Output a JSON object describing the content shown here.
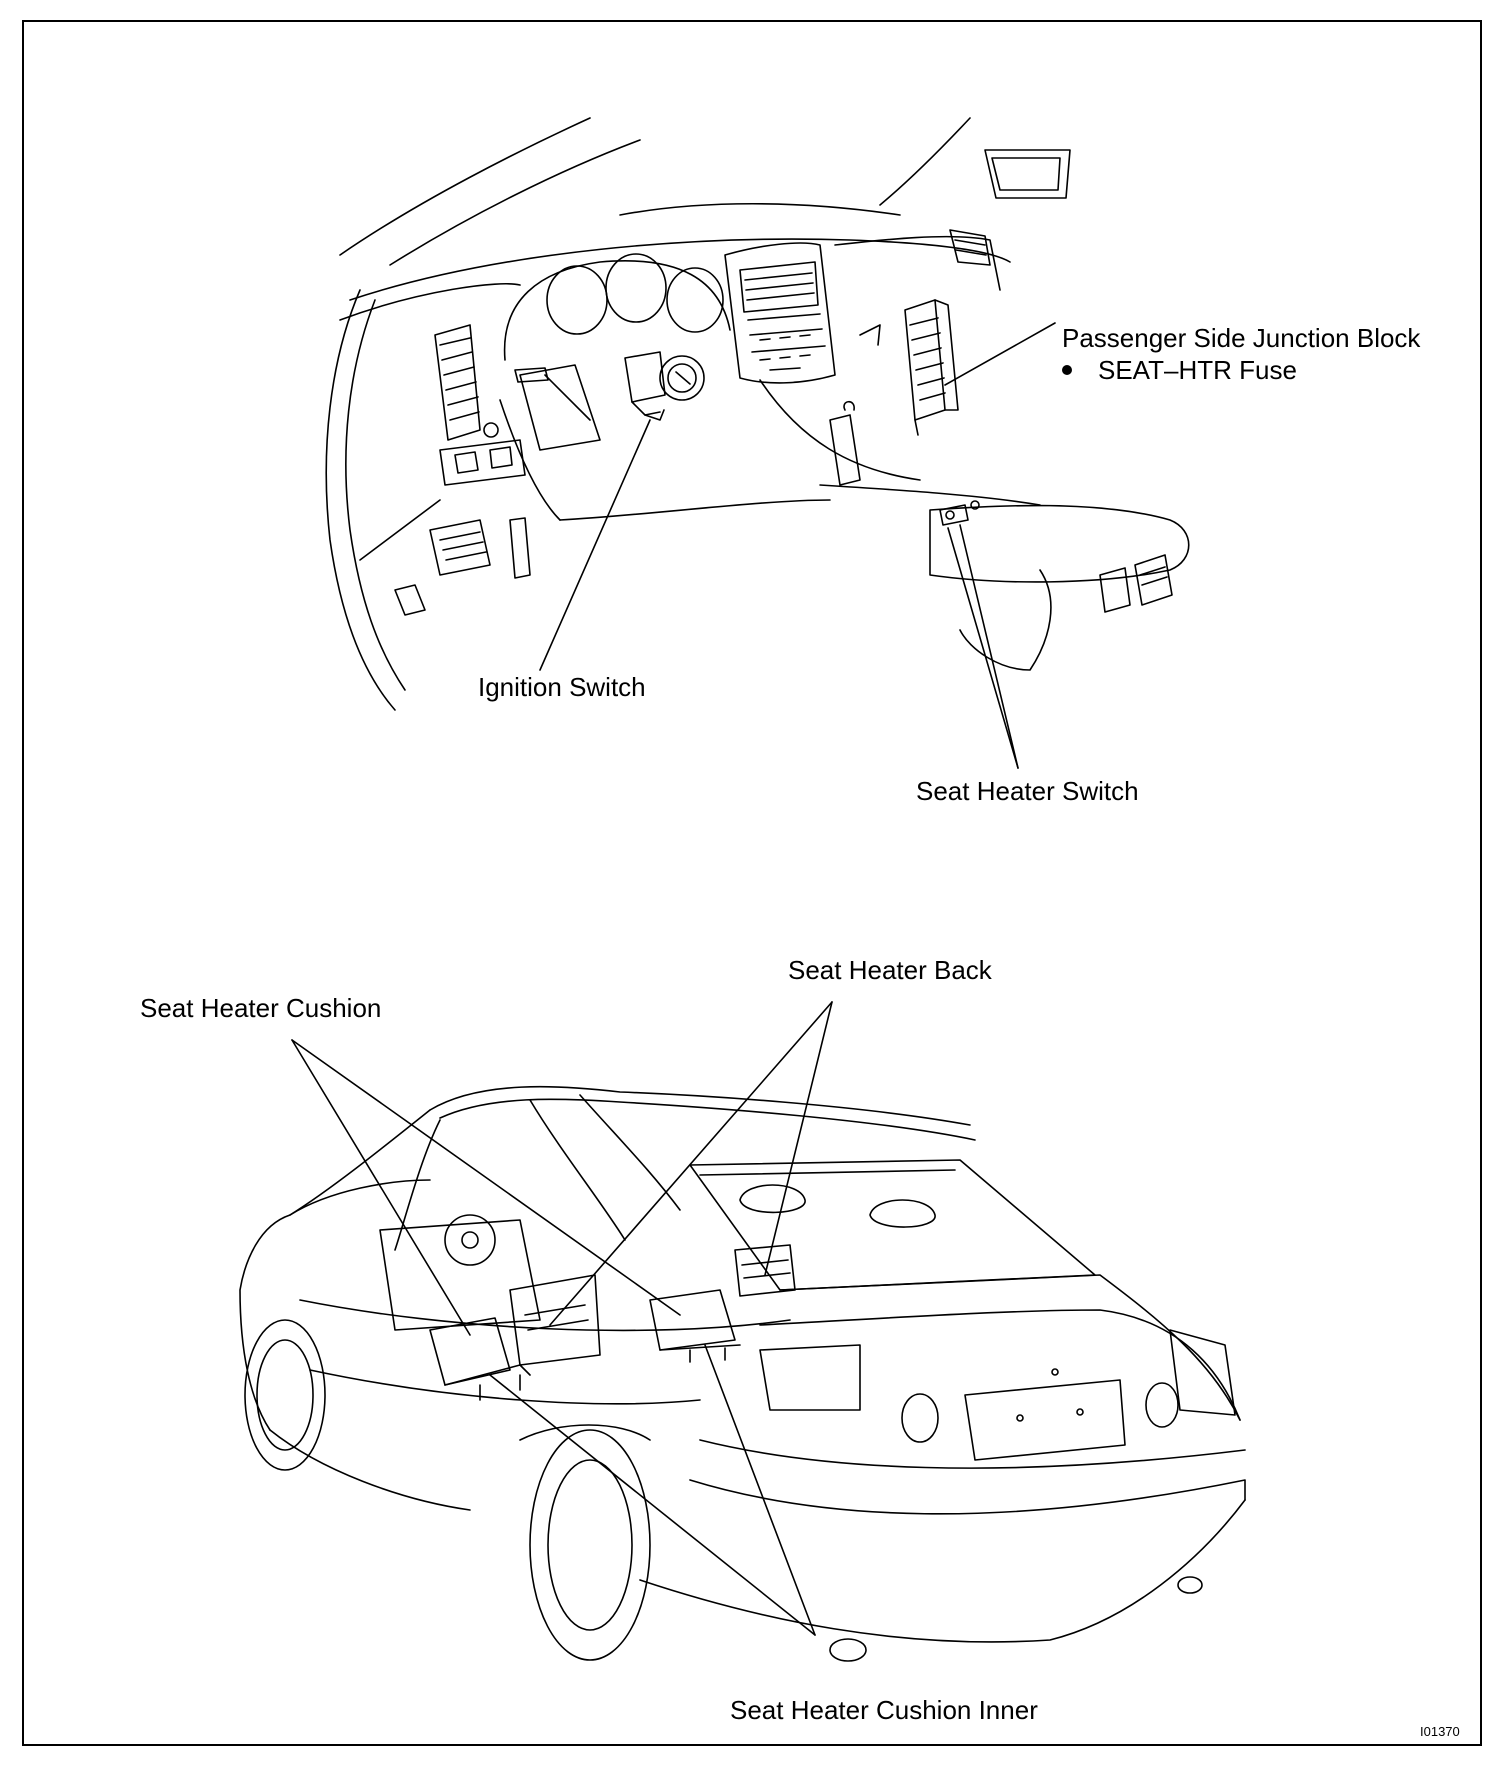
{
  "figure_id": "I01370",
  "labels": {
    "junction_block": "Passenger Side Junction Block",
    "fuse": "SEAT–HTR Fuse",
    "ignition_switch": "Ignition Switch",
    "seat_heater_switch": "Seat Heater Switch",
    "seat_heater_back": "Seat Heater Back",
    "seat_heater_cushion": "Seat Heater Cushion",
    "seat_heater_cushion_inner": "Seat Heater Cushion Inner"
  },
  "icons": [
    "bullet-icon"
  ]
}
